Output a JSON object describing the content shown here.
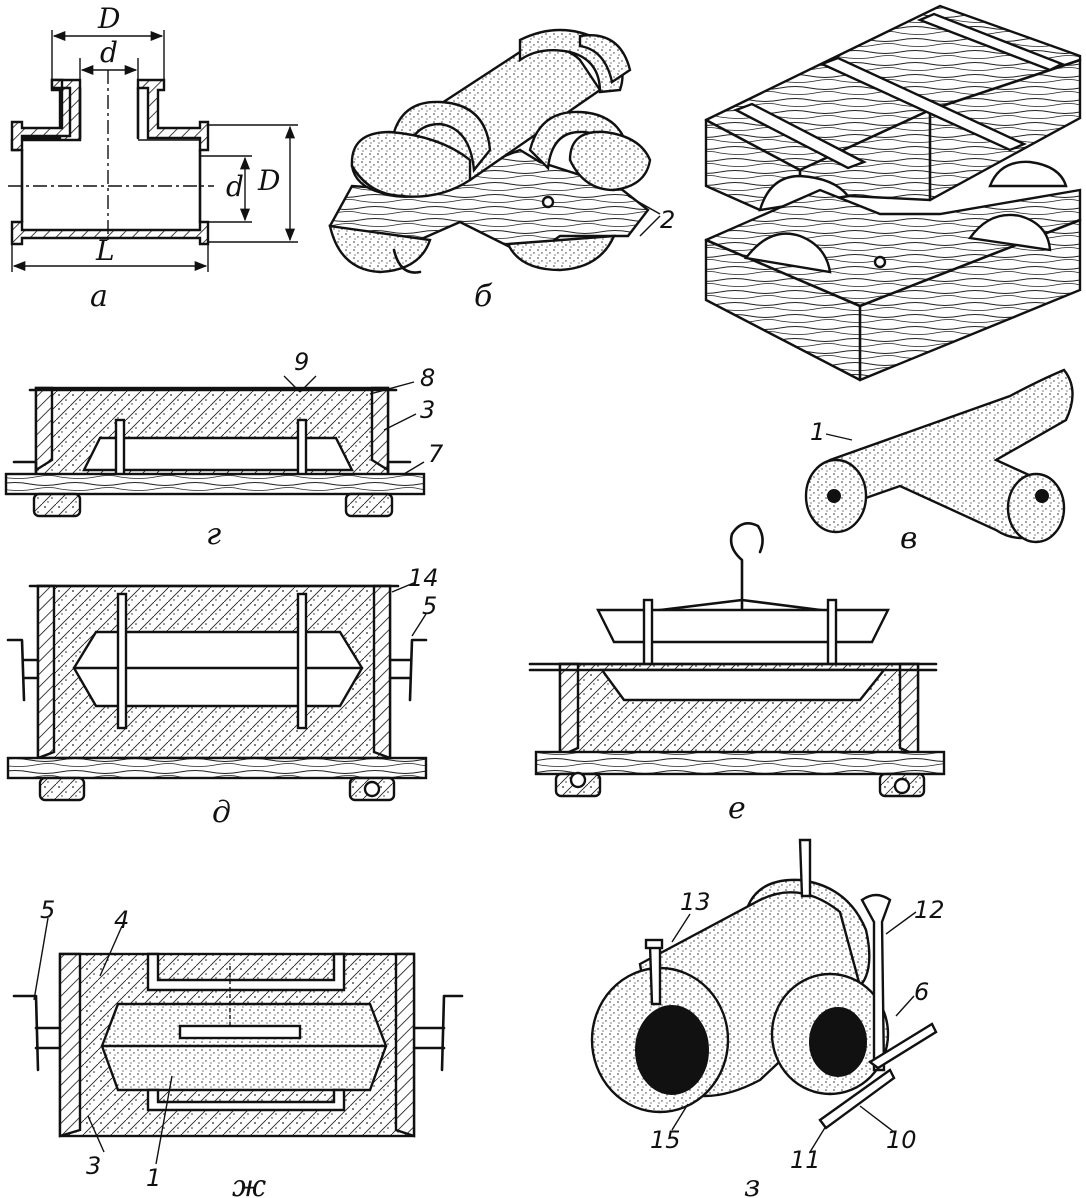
{
  "figures": {
    "a": {
      "caption": "а",
      "dim_D_top": "D",
      "dim_d_top": "d",
      "dim_d_right": "d",
      "dim_D_right": "D",
      "dim_L": "L"
    },
    "b": {
      "caption": "б",
      "callout_2": "2"
    },
    "v": {
      "caption": "в",
      "callout_1": "1"
    },
    "g": {
      "caption": "г",
      "callout_9": "9",
      "callout_8": "8",
      "callout_3": "3",
      "callout_7": "7"
    },
    "d": {
      "caption": "д",
      "callout_14": "14",
      "callout_5": "5"
    },
    "e": {
      "caption": "е"
    },
    "zh": {
      "caption": "ж",
      "callout_5": "5",
      "callout_4": "4",
      "callout_3": "3",
      "callout_1": "1"
    },
    "z": {
      "caption": "з",
      "callout_13": "13",
      "callout_12": "12",
      "callout_6": "6",
      "callout_15": "15",
      "callout_11": "11",
      "callout_10": "10"
    }
  }
}
